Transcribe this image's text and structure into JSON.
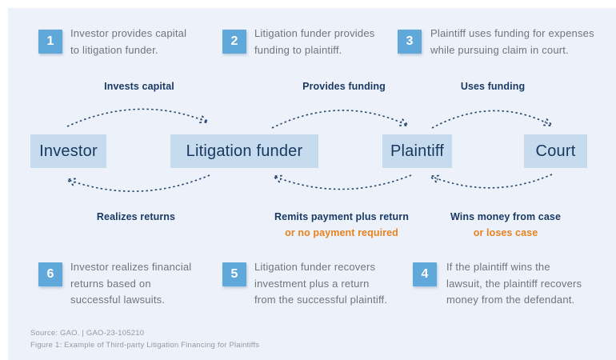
{
  "colors": {
    "panel_background": "#edf2fa",
    "step_number_blue": "#60a7da",
    "entity_box_blue": "#c7dbee",
    "navy_text": "#17375e",
    "arrow_navy": "#24456b",
    "orange_text": "#e8821e",
    "step_text_gray": "#6e757b"
  },
  "steps_top": [
    {
      "number": "1",
      "lines": [
        "Investor provides capital",
        "to litigation funder."
      ]
    },
    {
      "number": "2",
      "lines": [
        "Litigation funder provides",
        "funding to plaintiff."
      ]
    },
    {
      "number": "3",
      "lines": [
        "Plaintiff uses funding for expenses",
        "while pursuing claim in court."
      ]
    }
  ],
  "steps_bottom": [
    {
      "number": "6",
      "lines": [
        "Investor realizes financial",
        "returns based on",
        "successful lawsuits."
      ]
    },
    {
      "number": "5",
      "lines": [
        "Litigation funder recovers",
        "investment plus a return",
        "from the successful plaintiff."
      ]
    },
    {
      "number": "4",
      "lines": [
        "If the plaintiff wins the",
        "lawsuit, the plaintiff recovers",
        "money from the defendant."
      ]
    }
  ],
  "entities": [
    {
      "label": "Investor"
    },
    {
      "label": "Litigation funder"
    },
    {
      "label": "Plaintiff"
    },
    {
      "label": "Court"
    }
  ],
  "flows_top": [
    {
      "label": "Invests capital"
    },
    {
      "label": "Provides funding"
    },
    {
      "label": "Uses funding"
    }
  ],
  "flows_bottom": [
    {
      "label": "Realizes returns"
    },
    {
      "label": "Remits payment plus return",
      "alt": "or no payment required"
    },
    {
      "label": "Wins money from case",
      "alt": "or loses case"
    }
  ],
  "footer": {
    "source": "Source: GAO.  |  GAO-23-105210",
    "figure": "Figure 1: Example of Third-party Litigation Financing for Plaintiffs"
  }
}
